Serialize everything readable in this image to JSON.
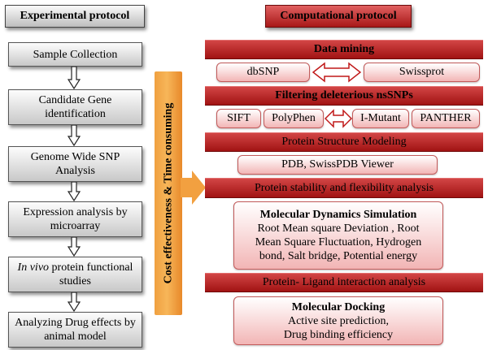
{
  "experimental": {
    "header": "Experimental protocol",
    "steps": [
      "Sample Collection",
      "Candidate Gene identification",
      "Genome Wide SNP Analysis",
      "Expression analysis by microarray",
      "protein functional studies",
      "Analyzing Drug effects by  animal model"
    ],
    "step5_italic": "In vivo"
  },
  "cost_label": "Cost effectiveness & Time consuming",
  "computational": {
    "header": "Computational protocol",
    "data_mining": {
      "label": "Data mining",
      "sources": [
        "dbSNP",
        "Swissprot"
      ]
    },
    "filtering": {
      "label": "Filtering deleterious nsSNPs",
      "tools": [
        "SIFT",
        "PolyPhen",
        "I-Mutant",
        "PANTHER"
      ]
    },
    "structure_modeling": {
      "label": "Protein Structure Modeling",
      "tools": "PDB, SwissPDB Viewer"
    },
    "stability": {
      "label": "Protein stability and flexibility analysis"
    },
    "md_simulation": {
      "title": "Molecular  Dynamics  Simulation",
      "lines": [
        "Root Mean square Deviation , Root",
        "Mean Square Fluctuation, Hydrogen",
        "bond, Salt bridge, Potential energy"
      ]
    },
    "interaction": {
      "label": "Protein- Ligand interaction analysis"
    },
    "docking": {
      "title": "Molecular Docking",
      "lines": [
        "Active site prediction,",
        "Drug binding efficiency"
      ]
    }
  },
  "colors": {
    "red": "#b51f1f",
    "orange": "#f2a040",
    "gray": "#c8c8c8"
  }
}
